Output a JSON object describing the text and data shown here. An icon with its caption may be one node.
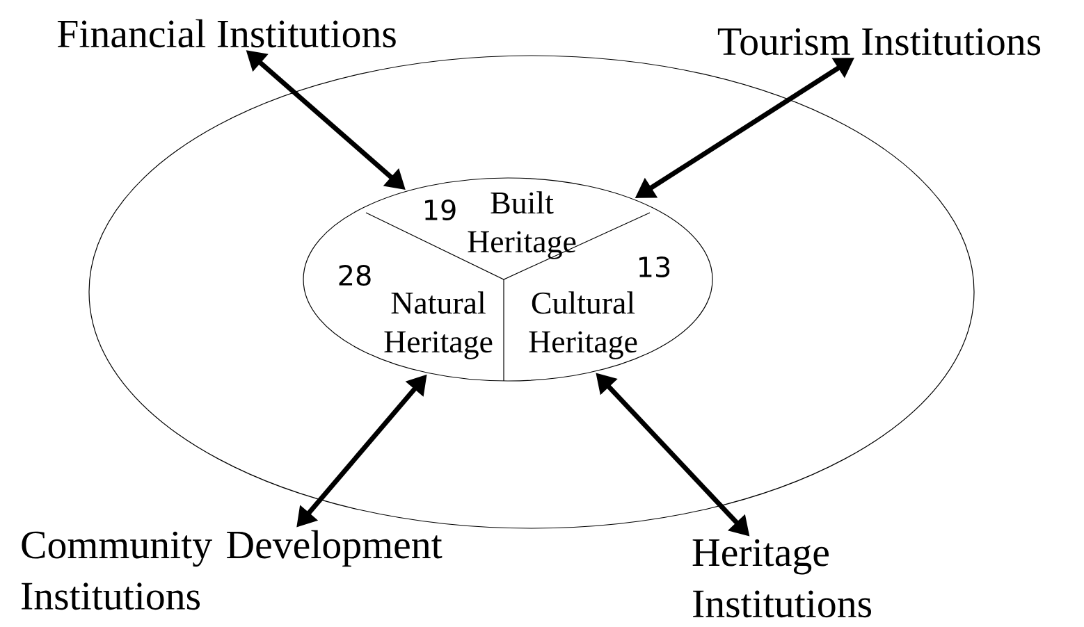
{
  "diagram": {
    "nodes": [
      {
        "text": [],
        "shape": "ellipse"
      },
      {
        "text": [
          "Financial Institutions"
        ]
      },
      {
        "text": [
          "Tourism Institutions"
        ]
      },
      {
        "text": [],
        "shape": "ellipse",
        "in": 0
      },
      {
        "text": [
          "Built Heritage"
        ],
        "beside": [
          "19"
        ],
        "in": 3
      },
      {
        "text": [
          "Natural Heritage"
        ],
        "beside": [
          "28"
        ],
        "in": 3
      },
      {
        "text": [
          "Cultural Heritage"
        ],
        "beside": [
          "13"
        ],
        "in": 3
      },
      {
        "text": [
          "Community Development Institutions"
        ]
      },
      {
        "text": [
          "Heritage Institutions"
        ]
      }
    ],
    "edges": [
      {
        "from": 1,
        "to": 3,
        "arrow": "both"
      },
      {
        "from": 2,
        "to": 3,
        "arrow": "both"
      },
      {
        "from": 7,
        "to": 3,
        "arrow": "both"
      },
      {
        "from": 8,
        "to": 3,
        "arrow": "both"
      }
    ]
  }
}
